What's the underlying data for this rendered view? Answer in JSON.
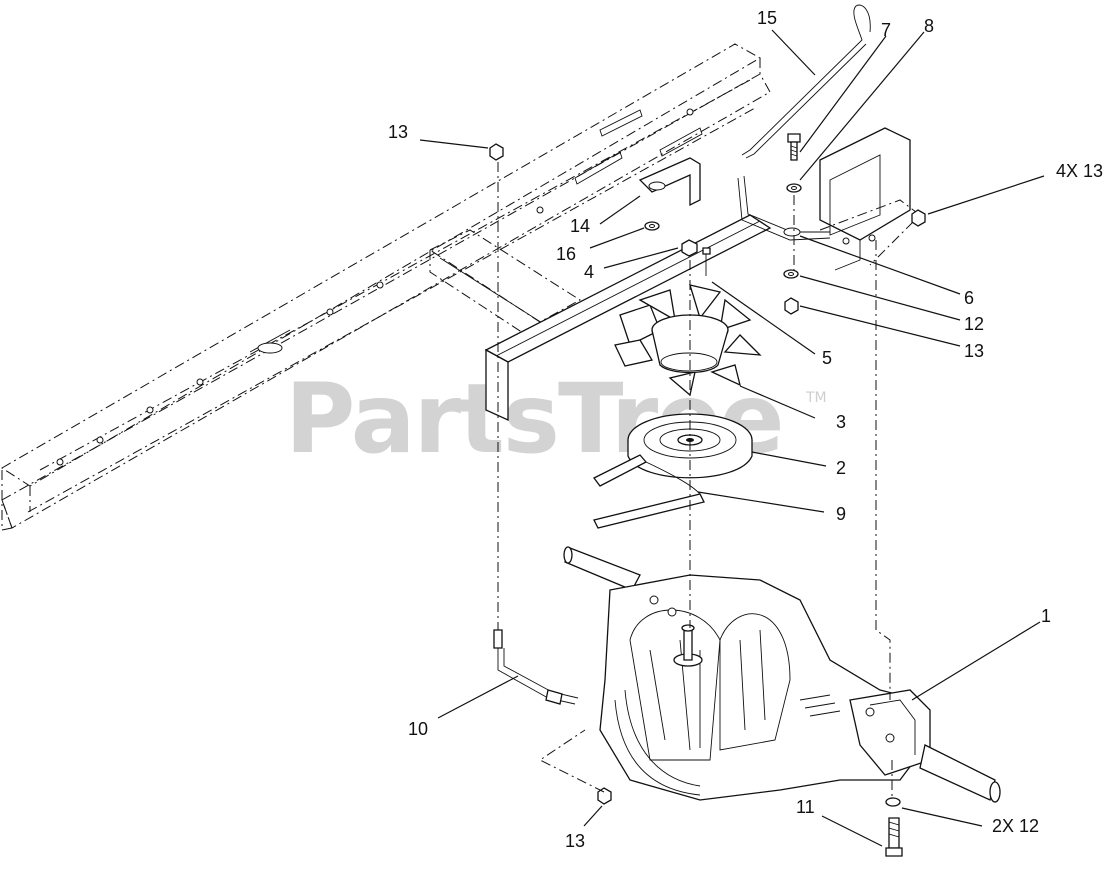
{
  "watermark": {
    "text": "PartsTree",
    "mark": "TM"
  },
  "callouts": [
    {
      "id": "c15",
      "label": "15"
    },
    {
      "id": "c7",
      "label": "7"
    },
    {
      "id": "c8",
      "label": "8"
    },
    {
      "id": "c13a",
      "label": "13"
    },
    {
      "id": "c4x13",
      "label": "4X 13"
    },
    {
      "id": "c14",
      "label": "14"
    },
    {
      "id": "c16",
      "label": "16"
    },
    {
      "id": "c4",
      "label": "4"
    },
    {
      "id": "c6",
      "label": "6"
    },
    {
      "id": "c12",
      "label": "12"
    },
    {
      "id": "c13b",
      "label": "13"
    },
    {
      "id": "c5",
      "label": "5"
    },
    {
      "id": "c3",
      "label": "3"
    },
    {
      "id": "c2",
      "label": "2"
    },
    {
      "id": "c9",
      "label": "9"
    },
    {
      "id": "c1",
      "label": "1"
    },
    {
      "id": "c10",
      "label": "10"
    },
    {
      "id": "c11",
      "label": "11"
    },
    {
      "id": "c2x12",
      "label": "2X 12"
    },
    {
      "id": "c13c",
      "label": "13"
    }
  ]
}
